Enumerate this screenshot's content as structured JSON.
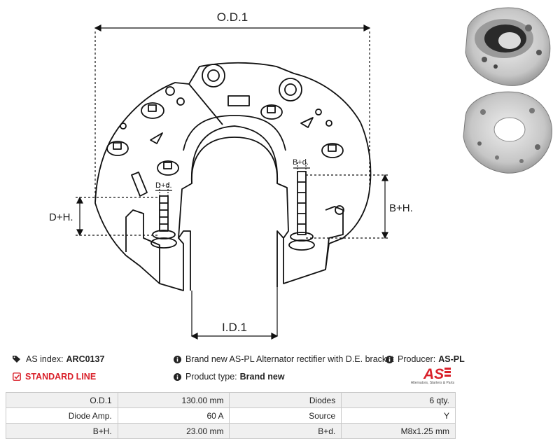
{
  "drawing": {
    "dim_od": "O.D.1",
    "dim_id": "I.D.1",
    "dim_dh": "D+H.",
    "dim_dd": "D+d.",
    "dim_bh": "B+H.",
    "dim_bd": "B+d."
  },
  "info": {
    "as_index_label": "AS index:",
    "as_index_value": "ARC0137",
    "description": "Brand new AS-PL Alternator rectifier with D.E. bracket",
    "producer_label": "Producer:",
    "producer_value": "AS-PL",
    "line": "STANDARD LINE",
    "product_type_label": "Product type:",
    "product_type_value": "Brand new"
  },
  "logo": {
    "text": "AS",
    "tagline": "Alternators, Starters & Parts",
    "color": "#d9202a"
  },
  "specs": [
    {
      "l1": "O.D.1",
      "v1": "130.00 mm",
      "l2": "Diodes",
      "v2": "6 qty."
    },
    {
      "l1": "Diode Amp.",
      "v1": "60 A",
      "l2": "Source",
      "v2": "Y"
    },
    {
      "l1": "B+H.",
      "v1": "23.00 mm",
      "l2": "B+d.",
      "v2": "M8x1.25 mm"
    }
  ]
}
